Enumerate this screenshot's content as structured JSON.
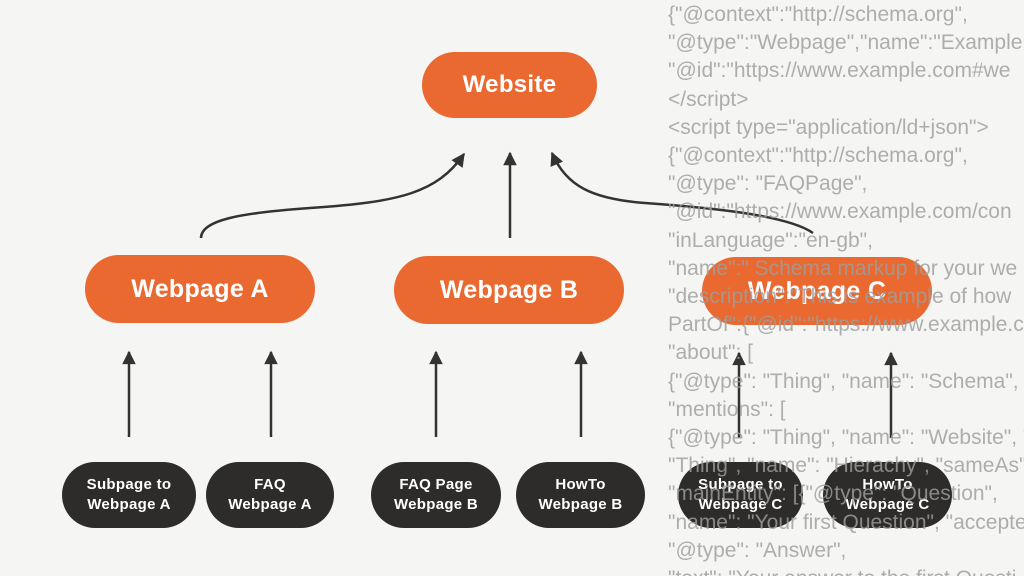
{
  "background_color": "#F5F5F4",
  "diagram": {
    "colors": {
      "node_orange": "#E96930",
      "node_dark": "#2D2C2B",
      "arrow": "#333333",
      "background": "#F5F5F4",
      "code_text": "#9E9E9E"
    },
    "nodes": {
      "website": {
        "label": "Website"
      },
      "webpage_a": {
        "label": "Webpage A"
      },
      "webpage_b": {
        "label": "Webpage B"
      },
      "webpage_c": {
        "label": "Webpage C"
      },
      "subpage_a": {
        "line1": "Subpage to",
        "line2": "Webpage A"
      },
      "faq_a": {
        "line1": "FAQ",
        "line2": "Webpage A"
      },
      "faq_b": {
        "line1": "FAQ Page",
        "line2": "Webpage B"
      },
      "howto_b": {
        "line1": "HowTo",
        "line2": "Webpage B"
      },
      "subpage_c": {
        "line1": "Subpage to",
        "line2": "Webpage C"
      },
      "howto_c": {
        "line1": "HowTo",
        "line2": "Webpage C"
      }
    }
  },
  "code_overlay": {
    "lines": [
      "{\"@context\":\"http://schema.org\",",
      "\"@type\":\"Webpage\",\"name\":\"Example",
      "\"@id\":\"https://www.example.com#we",
      "</script>",
      "<script type=\"application/ld+json\">",
      "{\"@context\":\"http://schema.org\",",
      "\"@type\": \"FAQPage\",",
      "\"@id\":\"https://www.example.com/con",
      "\"inLanguage\":\"en-gb\",",
      "\"name\":\" Schema markup for your we",
      "\"description\":\"This is example of how ",
      "PartOf\":{\"@id\":\"https://www.example.c",
      "\"about\": [",
      "{\"@type\": \"Thing\", \"name\": \"Schema\", \"",
      "\"mentions\": [",
      "{\"@type\": \"Thing\", \"name\": \"Website\", \"",
      "\"Thing\", \"name\": \"Hierachy\", \"sameAs\"",
      "\"mainEntity\": [{\"@type\": \"Question\",",
      "\"name\": \"Your first Question\", \"accepte",
      "\"@type\": \"Answer\",",
      "\"text\": \"Your answer to the first Questi"
    ]
  }
}
